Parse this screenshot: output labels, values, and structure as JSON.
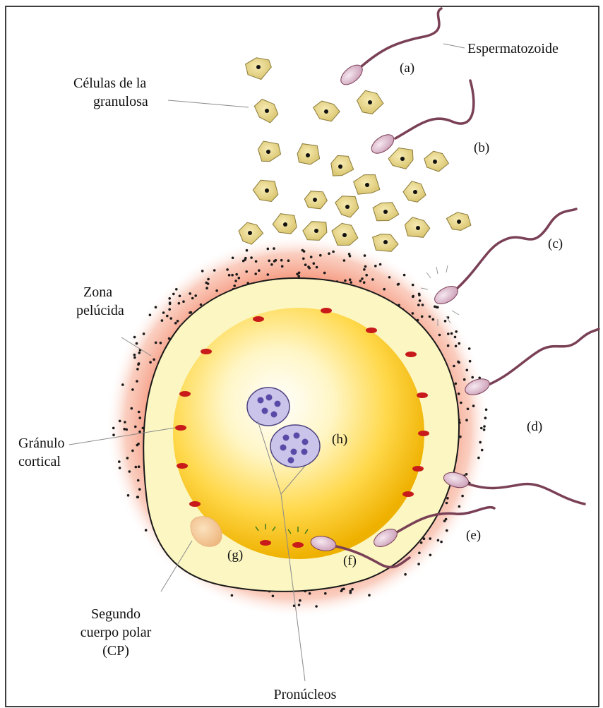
{
  "labels": {
    "espermatozoide": "Espermatozoide",
    "celulas_granulosa_1": "Células de la",
    "celulas_granulosa_2": "granulosa",
    "zona_pelucida_1": "Zona",
    "zona_pelucida_2": "pelúcida",
    "granulo_cortical_1": "Gránulo",
    "granulo_cortical_2": "cortical",
    "segundo_cuerpo_polar_1": "Segundo",
    "segundo_cuerpo_polar_2": "cuerpo polar",
    "segundo_cuerpo_polar_3": "(CP)",
    "pronucleos": "Pronúcleos"
  },
  "stage_tags": {
    "a": "(a)",
    "b": "(b)",
    "c": "(c)",
    "d": "(d)",
    "e": "(e)",
    "f": "(f)",
    "g": "(g)",
    "h": "(h)"
  },
  "colors": {
    "frame": "#000000",
    "corona_glow": "#f4a58f",
    "zona_pellucida": "#fbf6c0",
    "ooplasm_center": "#ffffff",
    "ooplasm_edge": "#f2b600",
    "granulosa_cell": "#e6d58a",
    "cortical_granule": "#c81a1a",
    "pronucleus": "#c6c0e6",
    "pronucleus_dots": "#5a4aa8",
    "sperm_head": "#e6c6d6",
    "sperm_tail": "#7a4056",
    "polar_body": "#f2c08a"
  }
}
